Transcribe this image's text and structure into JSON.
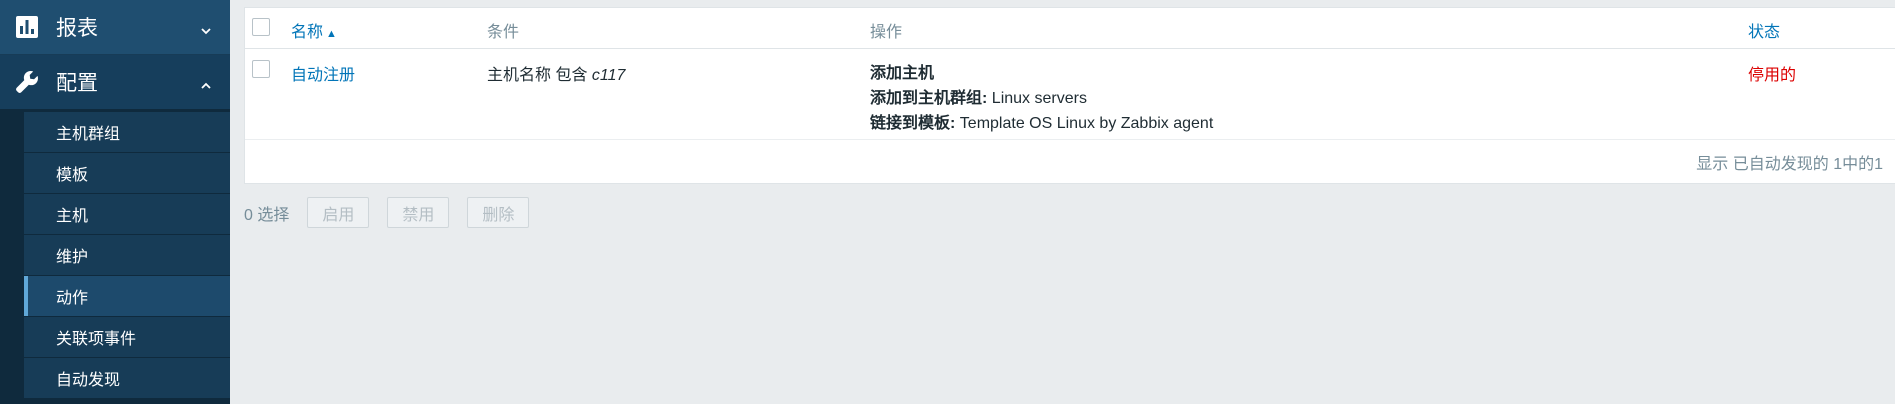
{
  "sidebar": {
    "reports_label": "报表",
    "config_label": "配置",
    "items": [
      {
        "label": "主机群组"
      },
      {
        "label": "模板"
      },
      {
        "label": "主机"
      },
      {
        "label": "维护"
      },
      {
        "label": "动作"
      },
      {
        "label": "关联项事件"
      },
      {
        "label": "自动发现"
      }
    ],
    "active_item": "动作",
    "colors": {
      "background": "#0f2a3d",
      "active_indicator": "#60a8d8"
    }
  },
  "table": {
    "headers": {
      "name": "名称",
      "conditions": "条件",
      "operations": "操作",
      "status": "状态"
    },
    "sort_indicator": "▲",
    "rows": [
      {
        "name": "自动注册",
        "condition_prefix": "主机名称 包含 ",
        "condition_value": "c117",
        "op_add_host": "添加主机",
        "op_add_group_label": "添加到主机群组:",
        "op_add_group_value": " Linux servers",
        "op_link_template_label": "链接到模板:",
        "op_link_template_value": " Template OS Linux by Zabbix agent",
        "status": "停用的"
      }
    ],
    "footer": "显示 已自动发现的 1中的1"
  },
  "actions": {
    "selected_count": "0 选择",
    "enable_label": "启用",
    "disable_label": "禁用",
    "delete_label": "删除"
  },
  "icons": [
    "bar-chart-icon",
    "wrench-icon",
    "chevron-down-icon",
    "chevron-up-icon"
  ],
  "colors": {
    "link": "#0275b8",
    "status_disabled": "#dc0000",
    "page_background": "#e9ecee"
  }
}
